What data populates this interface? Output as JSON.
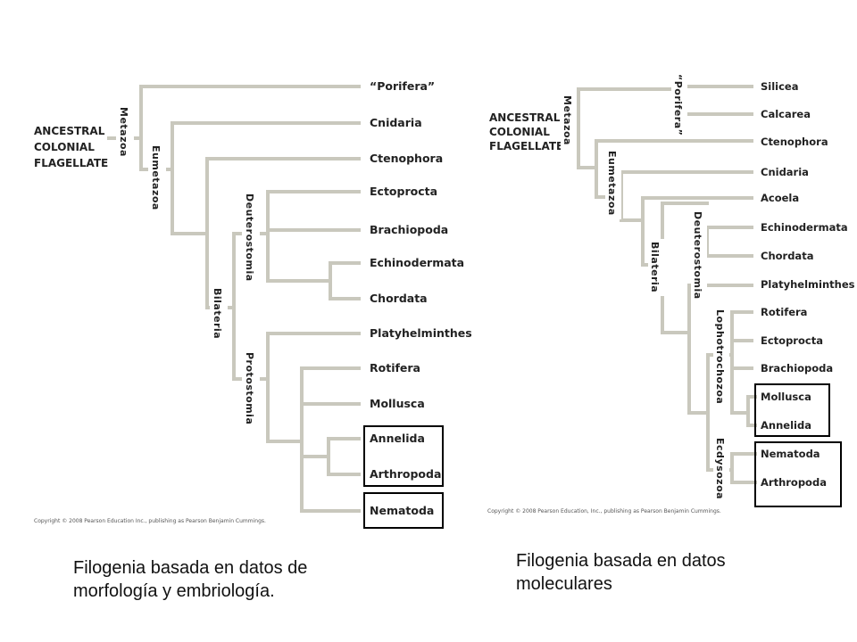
{
  "left_tree": {
    "root_label": [
      "ANCESTRAL",
      "COLONIAL",
      "FLAGELLATE"
    ],
    "clades": {
      "metazoa": "Metazoa",
      "eumetazoa": "Eumetazoa",
      "bilateria": "Bilateria",
      "deuterostomia": "Deuterostomia",
      "protostomia": "Protostomia"
    },
    "taxa": [
      "“Porifera”",
      "Cnidaria",
      "Ctenophora",
      "Ectoprocta",
      "Brachiopoda",
      "Echinodermata",
      "Chordata",
      "Platyhelminthes",
      "Rotifera",
      "Mollusca",
      "Annelida",
      "Arthropoda",
      "Nematoda"
    ],
    "copyright": "Copyright © 2008 Pearson Education Inc., publishing as Pearson Benjamin Cummings."
  },
  "right_tree": {
    "root_label": [
      "ANCESTRAL",
      "COLONIAL",
      "FLAGELLATE"
    ],
    "clades": {
      "metazoa": "Metazoa",
      "porifera": "“Porifera”",
      "eumetazoa": "Eumetazoa",
      "bilateria": "Bilateria",
      "deuterostomia": "Deuterostomia",
      "lophotrochozoa": "Lophotrochozoa",
      "ecdysozoa": "Ecdysozoa"
    },
    "taxa": [
      "Silicea",
      "Calcarea",
      "Ctenophora",
      "Cnidaria",
      "Acoela",
      "Echinodermata",
      "Chordata",
      "Platyhelminthes",
      "Rotifera",
      "Ectoprocta",
      "Brachiopoda",
      "Mollusca",
      "Annelida",
      "Nematoda",
      "Arthropoda"
    ],
    "copyright": "Copyright © 2008 Pearson Education, Inc., publishing as Pearson Benjamin Cummings."
  },
  "captions": {
    "left_line1": "Filogenia basada en datos de",
    "left_line2": "morfología y embriología.",
    "right_line1": "Filogenia basada en datos",
    "right_line2": "moleculares"
  }
}
